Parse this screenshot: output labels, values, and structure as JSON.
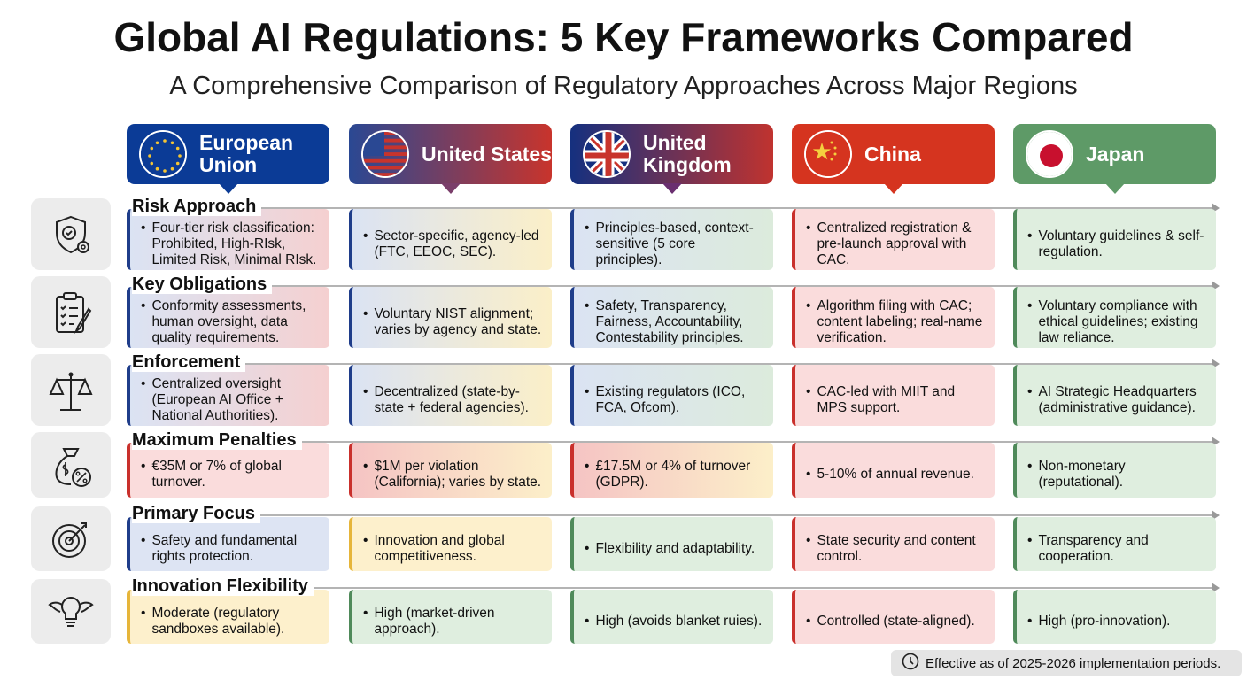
{
  "title": "Global AI Regulations: 5 Key Frameworks Compared",
  "subtitle": "A Comprehensive Comparison of Regulatory Approaches Across Major Regions",
  "colors": {
    "eu": "#0a3a96",
    "us": "gradient #2c4a94→#c0332f",
    "uk": "gradient #14307f→#c0332f",
    "china": "#d6331f",
    "japan": "#5f9a68"
  },
  "regions": [
    {
      "name": "European Union",
      "flag": "eu-flag-icon"
    },
    {
      "name": "United States",
      "flag": "us-flag-icon"
    },
    {
      "name": "United Kingdom",
      "flag": "uk-flag-icon"
    },
    {
      "name": "China",
      "flag": "china-flag-icon"
    },
    {
      "name": "Japan",
      "flag": "japan-flag-icon"
    }
  ],
  "rows": [
    {
      "label": "Risk Approach",
      "icon": "shield-gear-icon",
      "cells": [
        {
          "text": "Four-tier risk classification: Prohibited, High-RIsk, Limited Risk, Minimal RIsk.",
          "tone": "eu",
          "bar": "blue"
        },
        {
          "text": "Sector-specific, agency-led (FTC, EEOC, SEC).",
          "tone": "us",
          "bar": "blue"
        },
        {
          "text": "Principles-based, context-sensitive (5 core principles).",
          "tone": "uk",
          "bar": "blue"
        },
        {
          "text": "Centralized registration & pre-launch approval with CAC.",
          "tone": "red",
          "bar": "red"
        },
        {
          "text": "Voluntary guidelines & self-regulation.",
          "tone": "green",
          "bar": "green"
        }
      ]
    },
    {
      "label": "Key Obligations",
      "icon": "clipboard-checklist-icon",
      "cells": [
        {
          "text": "Conformity assessments, human oversight, data quality requirements.",
          "tone": "eu",
          "bar": "blue"
        },
        {
          "text": "Voluntary NIST alignment; varies by agency and state.",
          "tone": "us",
          "bar": "blue"
        },
        {
          "text": "Safety, Transparency, Fairness, Accountability, Contestability principles.",
          "tone": "uk",
          "bar": "blue"
        },
        {
          "text": "Algorithm filing with CAC; content labeling; real-name verification.",
          "tone": "red",
          "bar": "red"
        },
        {
          "text": "Voluntary compliance with ethical guidelines; existing law reliance.",
          "tone": "green",
          "bar": "green"
        }
      ]
    },
    {
      "label": "Enforcement",
      "icon": "scales-icon",
      "cells": [
        {
          "text": "Centralized oversight (European AI Office + National Authorities).",
          "tone": "eu",
          "bar": "blue"
        },
        {
          "text": "Decentralized (state-by-state + federal agencies).",
          "tone": "us",
          "bar": "blue"
        },
        {
          "text": "Existing regulators (ICO, FCA, Ofcom).",
          "tone": "uk",
          "bar": "blue"
        },
        {
          "text": "CAC-led with MIIT and MPS support.",
          "tone": "red",
          "bar": "red"
        },
        {
          "text": "AI Strategic Headquarters (administrative guidance).",
          "tone": "green",
          "bar": "green"
        }
      ]
    },
    {
      "label": "Maximum Penalties",
      "icon": "money-bag-percent-icon",
      "cells": [
        {
          "text": "€35M or 7% of global turnover.",
          "tone": "red",
          "bar": "red"
        },
        {
          "text": "$1M per violation (California); varies by state.",
          "tone": "redy",
          "bar": "red"
        },
        {
          "text": "£17.5M or 4% of turnover (GDPR).",
          "tone": "redy",
          "bar": "red"
        },
        {
          "text": "5-10% of annual revenue.",
          "tone": "red",
          "bar": "red"
        },
        {
          "text": "Non-monetary (reputational).",
          "tone": "green",
          "bar": "green"
        }
      ]
    },
    {
      "label": "Primary Focus",
      "icon": "target-arrow-icon",
      "cells": [
        {
          "text": "Safety and fundamental rights protection.",
          "tone": "blue",
          "bar": "blue"
        },
        {
          "text": "Innovation and global competitiveness.",
          "tone": "yellow",
          "bar": "yellow"
        },
        {
          "text": "Flexibility and adaptability.",
          "tone": "green",
          "bar": "green"
        },
        {
          "text": "State security and content control.",
          "tone": "red",
          "bar": "red"
        },
        {
          "text": "Transparency and cooperation.",
          "tone": "green",
          "bar": "green"
        }
      ]
    },
    {
      "label": "Innovation Flexibility",
      "icon": "winged-lightbulb-icon",
      "cells": [
        {
          "text": "Moderate (regulatory sandboxes available).",
          "tone": "yellow",
          "bar": "yellow"
        },
        {
          "text": "High (market-driven approach).",
          "tone": "green",
          "bar": "green"
        },
        {
          "text": "High (avoids blanket ruies).",
          "tone": "green",
          "bar": "green"
        },
        {
          "text": "Controlled (state-aligned).",
          "tone": "red",
          "bar": "red"
        },
        {
          "text": "High (pro-innovation).",
          "tone": "green",
          "bar": "green"
        }
      ]
    }
  ],
  "footer": {
    "icon": "clock-icon",
    "text": "Effective as of 2025-2026 implementation periods."
  }
}
